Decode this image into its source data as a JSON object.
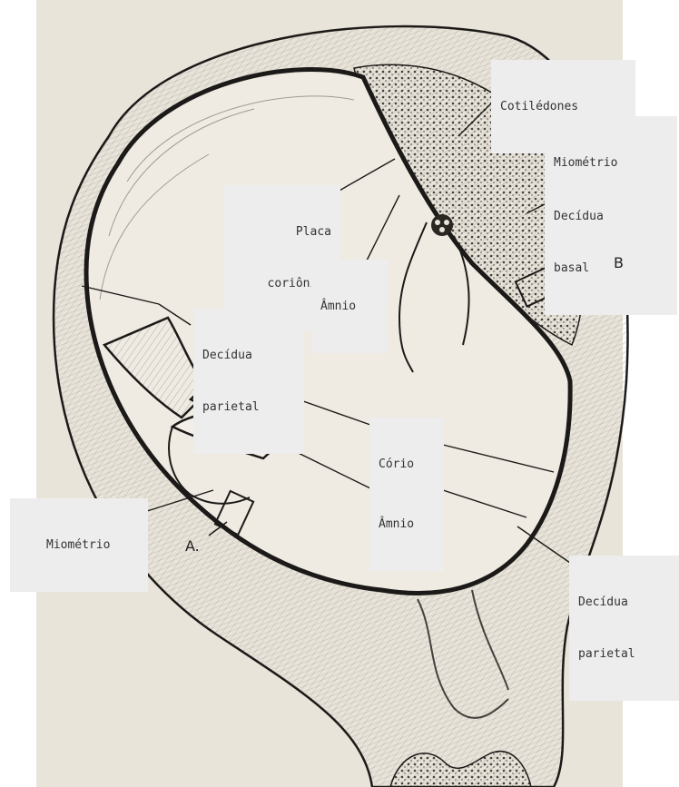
{
  "labels": {
    "cotiledones": "Cotilédones",
    "miometrio_top": "Miométrio",
    "decidua_basal": [
      "Decídua",
      "basal"
    ],
    "placa_corionica": [
      "Placa",
      "coriônica"
    ],
    "amnio_top": "Âmnio",
    "decidua_parietal_left": [
      "Decídua",
      "parietal"
    ],
    "corio": "Cório",
    "amnio_mid": "Âmnio",
    "miometrio_left": "Miométrio",
    "decidua_parietal_right": [
      "Decídua",
      "parietal"
    ],
    "marker_a": "A.",
    "marker_b": "B"
  },
  "colors": {
    "paper": "#e9e4da",
    "ink": "#1c1a18",
    "label_bg": "#ededed",
    "label_text": "#333333"
  }
}
